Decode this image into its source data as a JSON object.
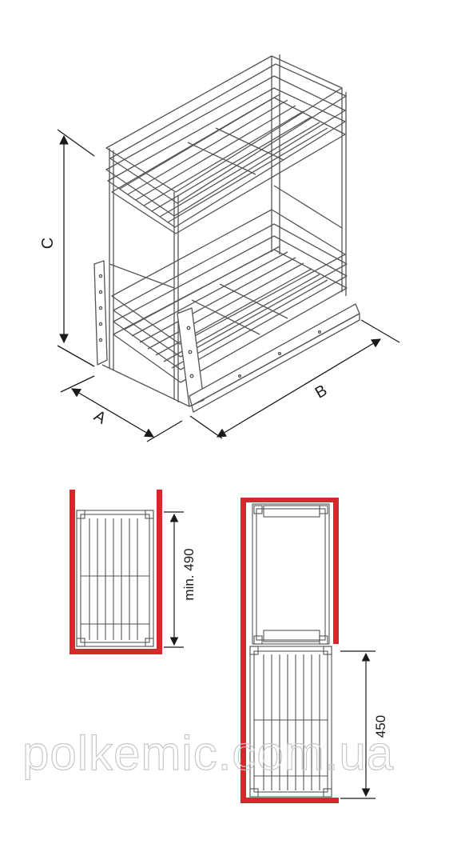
{
  "figure": {
    "dimension_labels": {
      "height": "C",
      "depth": "A",
      "width": "B"
    },
    "plan_closed": {
      "measure_label": "min. 490"
    },
    "plan_open": {
      "measure_label": "450"
    },
    "watermark": "polkemic.com.ua",
    "colors": {
      "cabinet_wall": "#d6282a",
      "wire": "#555555",
      "dimension_line": "#1a1a1a"
    }
  }
}
